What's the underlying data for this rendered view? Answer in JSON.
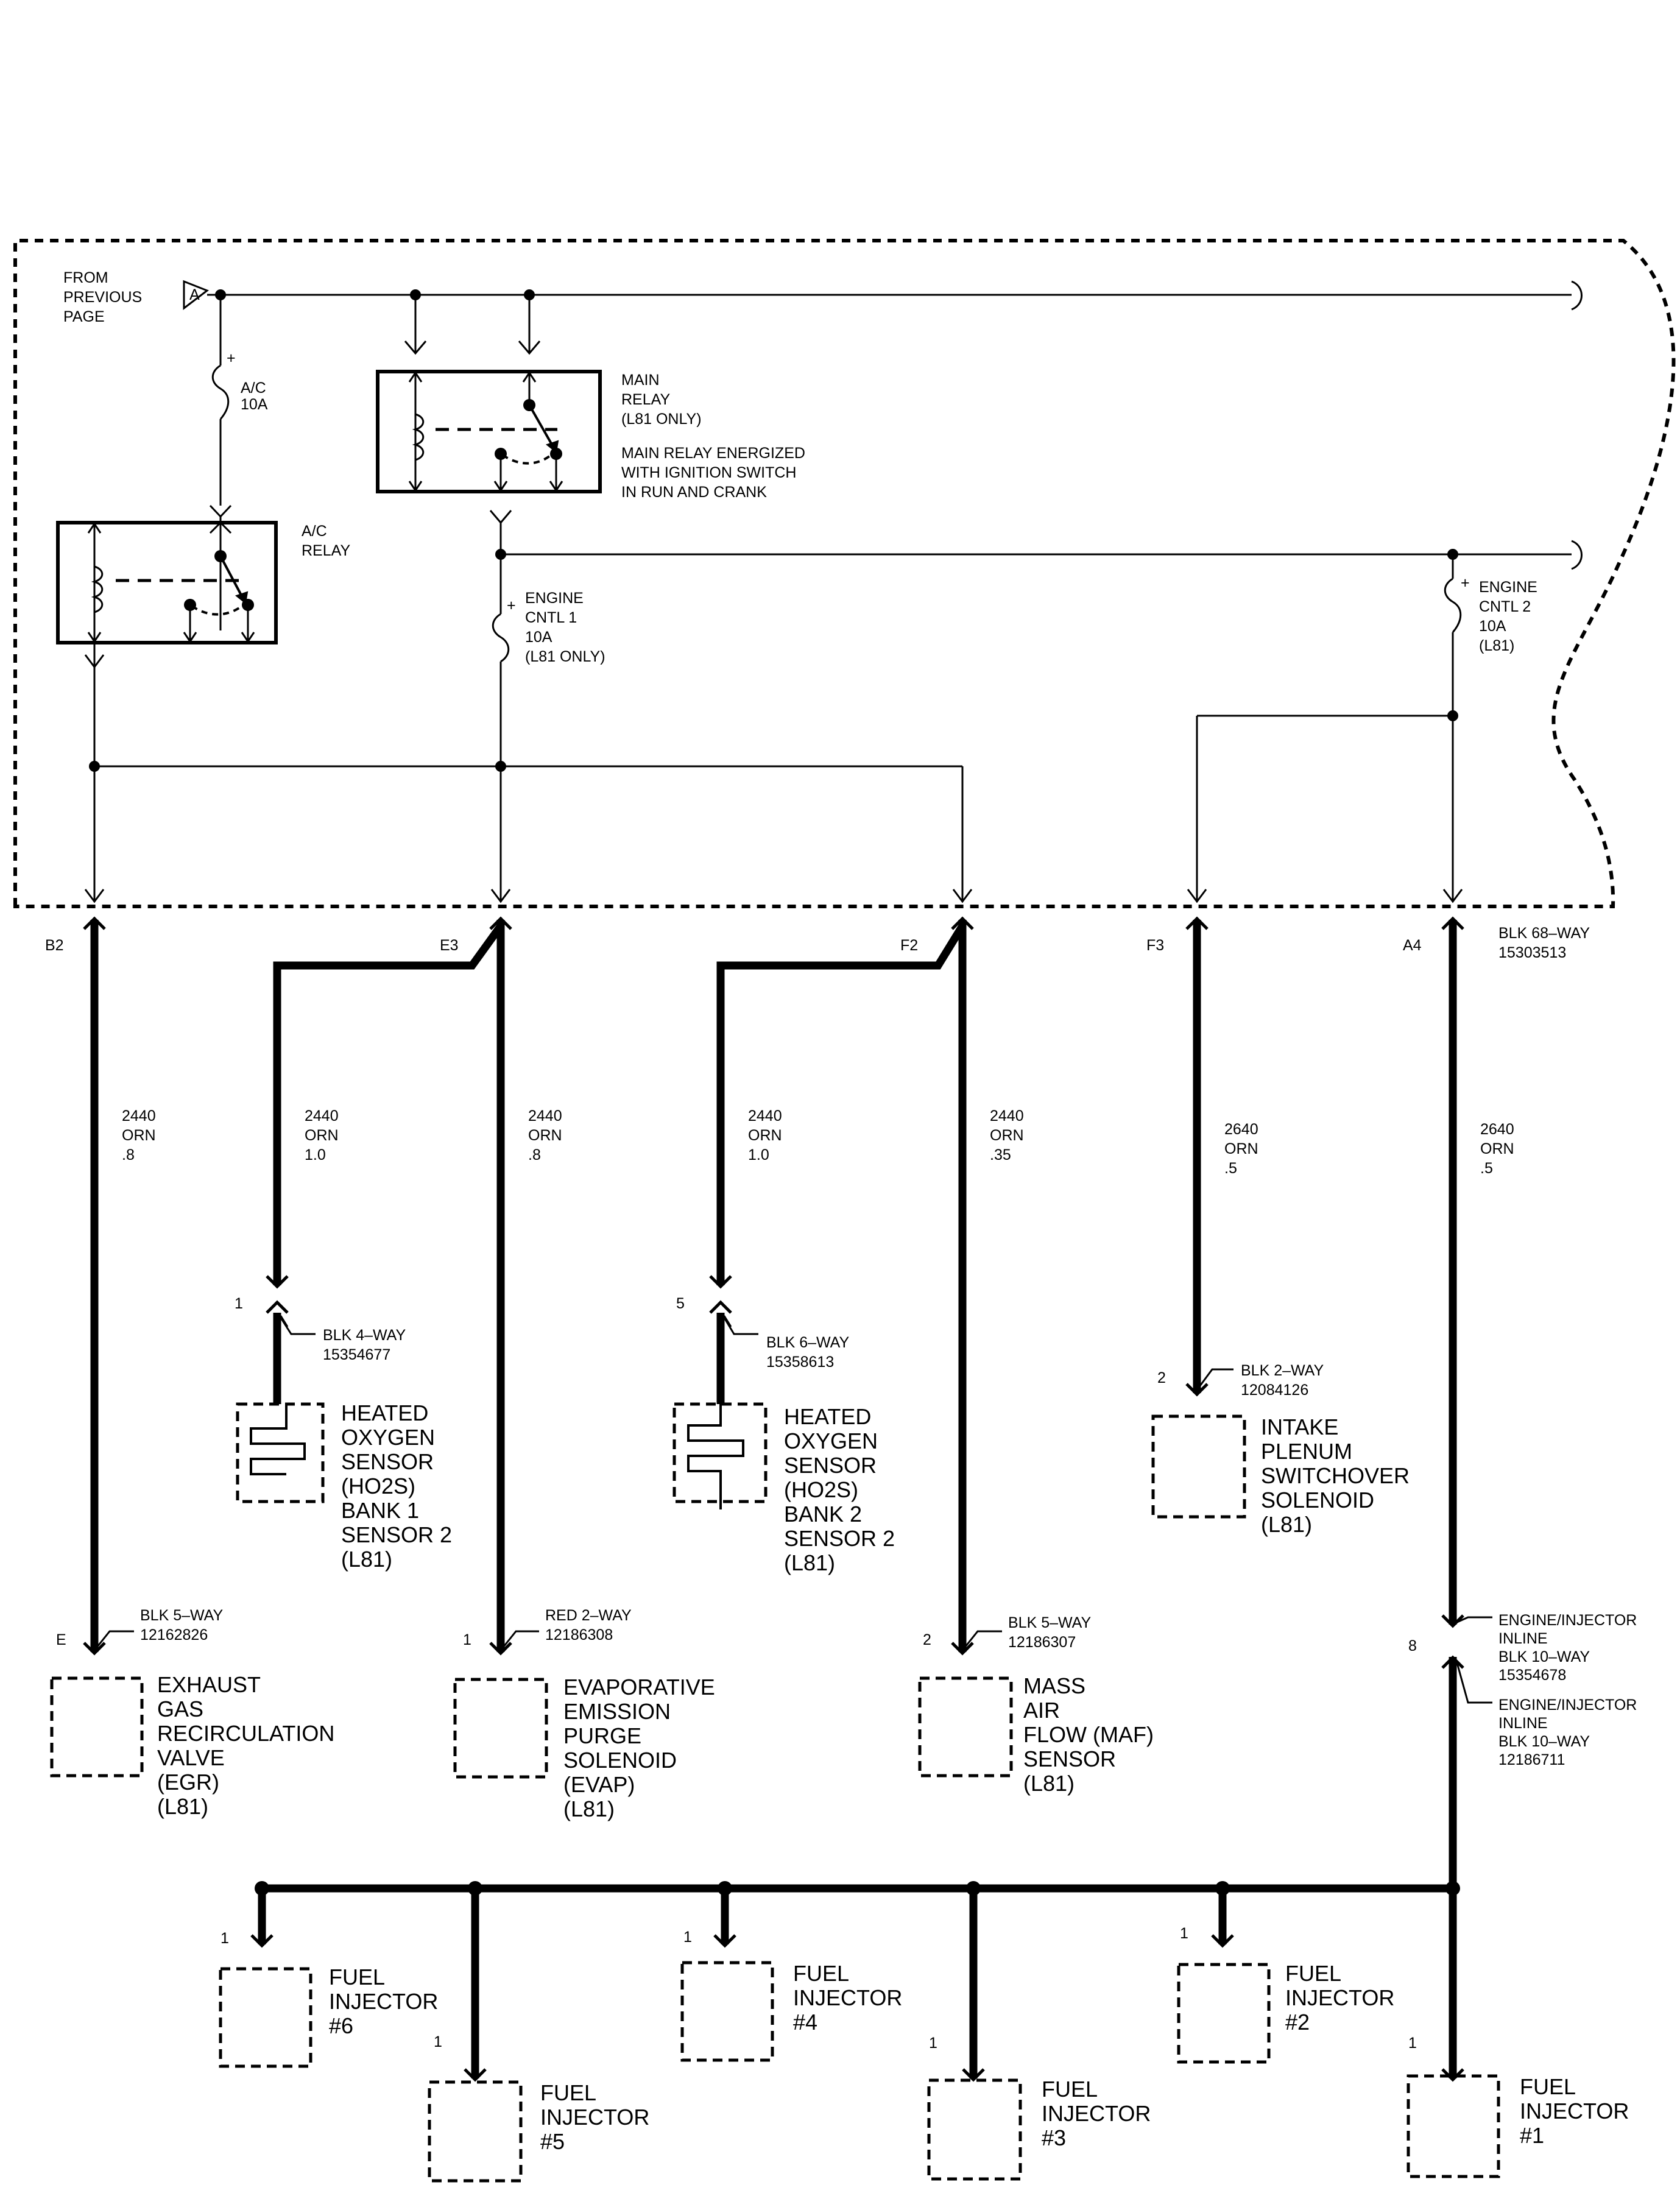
{
  "source": {
    "lines": [
      "FROM",
      "PREVIOUS",
      "PAGE"
    ],
    "connector": "A"
  },
  "fuses": {
    "ac": {
      "lines": [
        "A/C",
        "10A"
      ]
    },
    "engine_cntl_1": {
      "lines": [
        "ENGINE",
        "CNTL 1",
        "10A",
        "(L81 ONLY)"
      ]
    },
    "engine_cntl_2": {
      "lines": [
        "ENGINE",
        "CNTL 2",
        "10A",
        "(L81)"
      ]
    }
  },
  "relays": {
    "main": {
      "lines": [
        "MAIN",
        "RELAY",
        "(L81 ONLY)"
      ],
      "note": [
        "MAIN RELAY ENERGIZED",
        "WITH IGNITION SWITCH",
        "IN RUN AND CRANK"
      ]
    },
    "ac": {
      "lines": [
        "A/C",
        "RELAY"
      ]
    }
  },
  "pcm_pins": [
    "B2",
    "E3",
    "F2",
    "F3",
    "A4"
  ],
  "pcm_connector": [
    "BLK 68–WAY",
    "15303513"
  ],
  "wires": {
    "b2": [
      "2440",
      "ORN",
      ".8"
    ],
    "ho2s1": [
      "2440",
      "ORN",
      "1.0"
    ],
    "e3": [
      "2440",
      "ORN",
      ".8"
    ],
    "ho2s2": [
      "2440",
      "ORN",
      "1.0"
    ],
    "f2": [
      "2440",
      "ORN",
      ".35"
    ],
    "f3": [
      "2640",
      "ORN",
      ".5"
    ],
    "a4": [
      "2640",
      "ORN",
      ".5"
    ]
  },
  "components": {
    "ho2s1": {
      "pin": "1",
      "connector": [
        "BLK 4–WAY",
        "15354677"
      ],
      "lines": [
        "HEATED",
        "OXYGEN",
        "SENSOR",
        "(HO2S)",
        "BANK 1",
        "SENSOR 2",
        "(L81)"
      ]
    },
    "ho2s2": {
      "pin": "5",
      "connector": [
        "BLK 6–WAY",
        "15358613"
      ],
      "lines": [
        "HEATED",
        "OXYGEN",
        "SENSOR",
        "(HO2S)",
        "BANK 2",
        "SENSOR 2",
        "(L81)"
      ]
    },
    "intake": {
      "pin": "2",
      "connector": [
        "BLK 2–WAY",
        "12084126"
      ],
      "lines": [
        "INTAKE",
        "PLENUM",
        "SWITCHOVER",
        "SOLENOID",
        "(L81)"
      ]
    },
    "egr": {
      "pin": "E",
      "connector": [
        "BLK 5–WAY",
        "12162826"
      ],
      "lines": [
        "EXHAUST",
        "GAS",
        "RECIRCULATION",
        "VALVE",
        "(EGR)",
        "(L81)"
      ]
    },
    "evap": {
      "pin": "1",
      "connector": [
        "RED  2–WAY",
        "12186308"
      ],
      "lines": [
        "EVAPORATIVE",
        "EMISSION",
        "PURGE",
        "SOLENOID",
        "(EVAP)",
        "(L81)"
      ]
    },
    "maf": {
      "pin": "2",
      "connector": [
        "BLK 5–WAY",
        "12186307"
      ],
      "lines": [
        "MASS",
        "AIR",
        "FLOW (MAF)",
        "SENSOR",
        "(L81)"
      ]
    }
  },
  "inline_connector": {
    "pin": "8",
    "upper": [
      "ENGINE/INJECTOR",
      "INLINE",
      "BLK 10–WAY",
      "15354678"
    ],
    "lower": [
      "ENGINE/INJECTOR",
      "INLINE",
      "BLK 10–WAY",
      "12186711"
    ]
  },
  "injectors": [
    {
      "pin": "1",
      "lines": [
        "FUEL",
        "INJECTOR",
        "#6"
      ]
    },
    {
      "pin": "1",
      "lines": [
        "FUEL",
        "INJECTOR",
        "#5"
      ]
    },
    {
      "pin": "1",
      "lines": [
        "FUEL",
        "INJECTOR",
        "#4"
      ]
    },
    {
      "pin": "1",
      "lines": [
        "FUEL",
        "INJECTOR",
        "#3"
      ]
    },
    {
      "pin": "1",
      "lines": [
        "FUEL",
        "INJECTOR",
        "#2"
      ]
    },
    {
      "pin": "1",
      "lines": [
        "FUEL",
        "INJECTOR",
        "#1"
      ]
    }
  ]
}
